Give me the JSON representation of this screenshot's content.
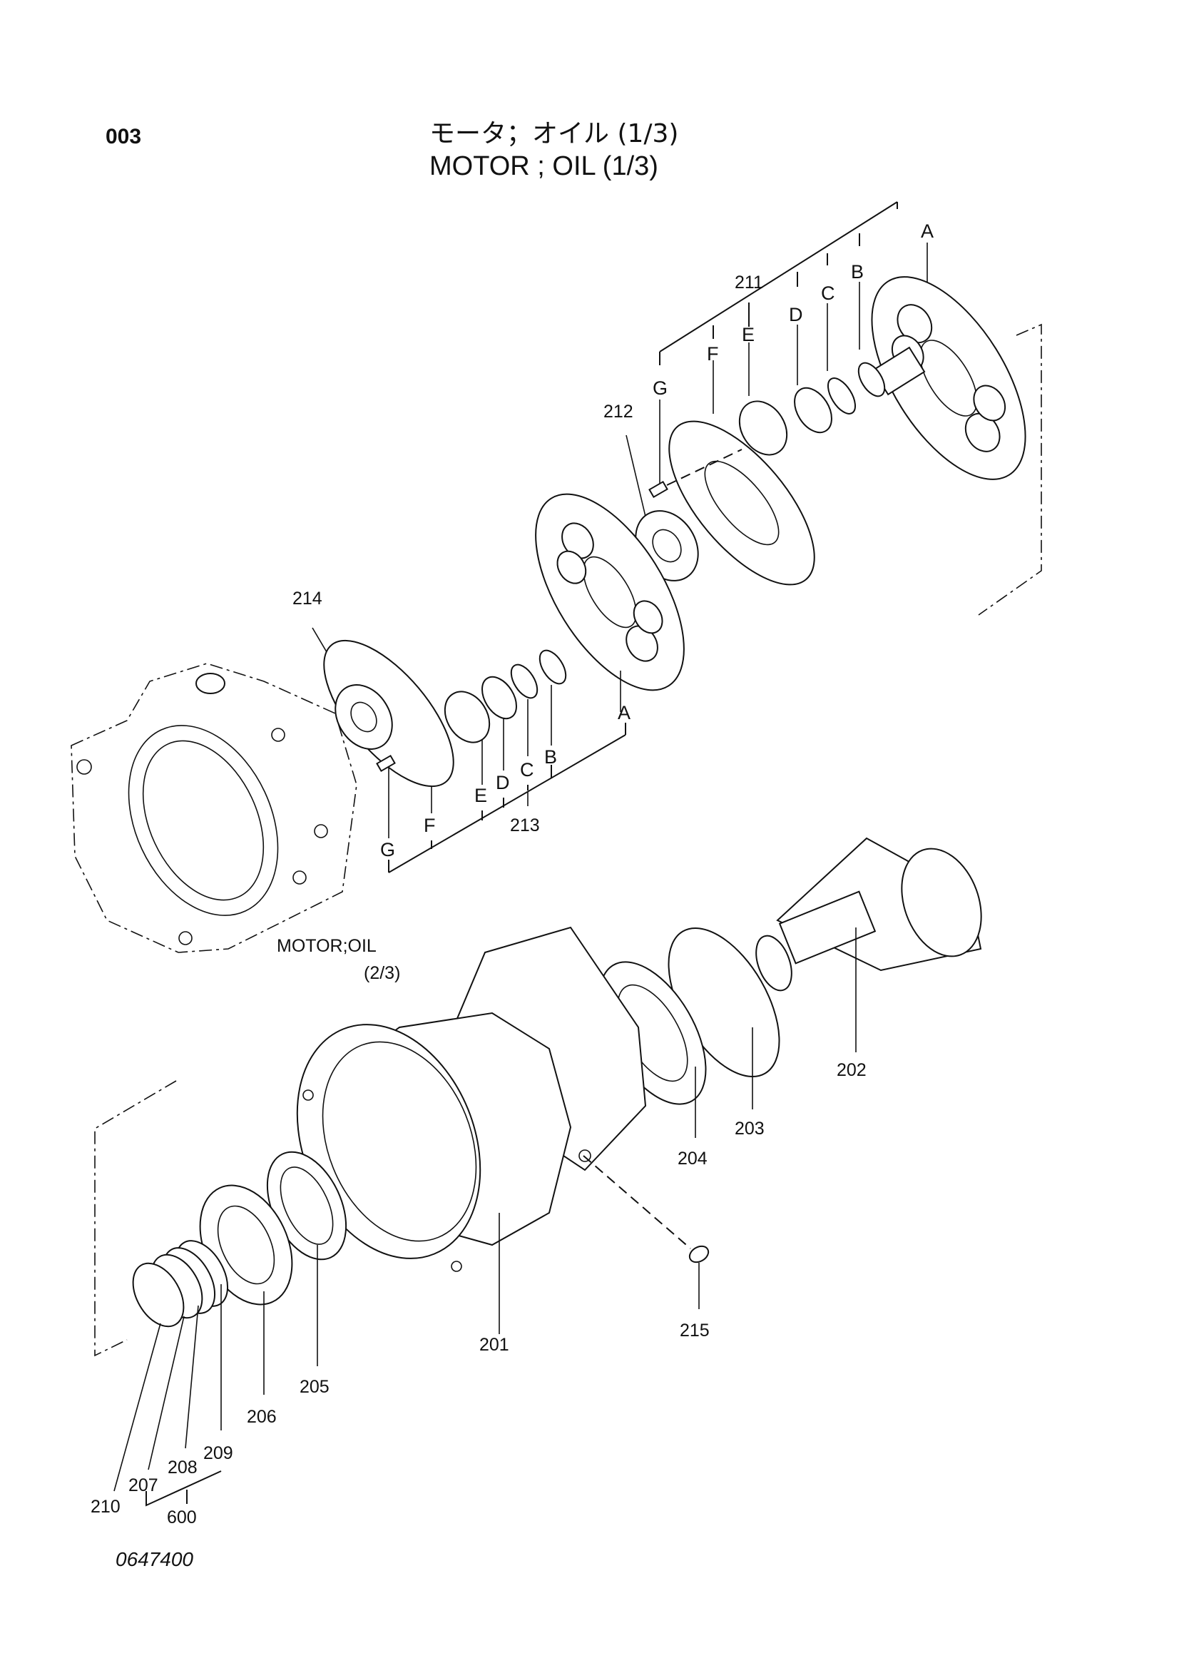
{
  "page": {
    "number": "003",
    "title_jp": "モータ；オイル (1/3)",
    "title_en": "MOTOR ; OIL (1/3)",
    "drawing_number": "0647400",
    "cross_reference": {
      "line1": "MOTOR;OIL",
      "line2": "(2/3)"
    }
  },
  "callouts": {
    "p201": "201",
    "p202": "202",
    "p203": "203",
    "p204": "204",
    "p205": "205",
    "p206": "206",
    "p207": "207",
    "p208": "208",
    "p209": "209",
    "p210": "210",
    "p211": "211",
    "p212": "212",
    "p213": "213",
    "p214": "214",
    "p215": "215",
    "p600": "600"
  },
  "letters": {
    "a": "A",
    "b": "B",
    "c": "C",
    "d": "D",
    "e": "E",
    "f": "F",
    "g": "G"
  }
}
